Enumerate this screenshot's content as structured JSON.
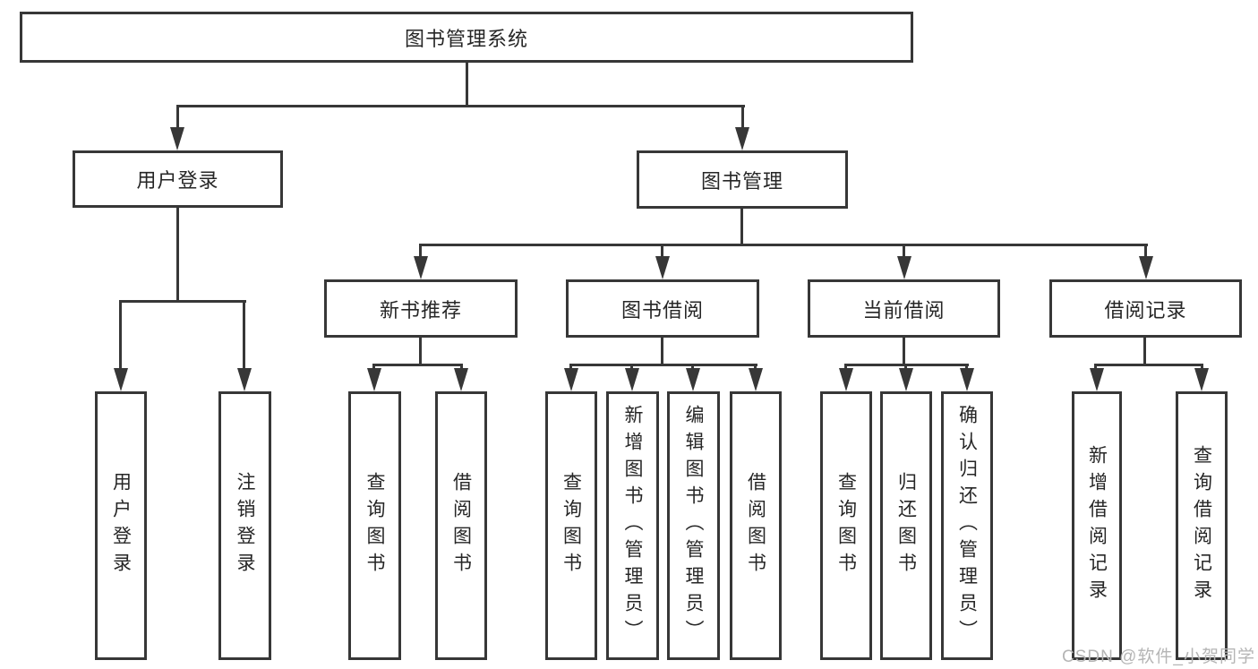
{
  "root": {
    "label": "图书管理系统"
  },
  "level2": [
    {
      "label": "用户登录"
    },
    {
      "label": "图书管理"
    }
  ],
  "level3": [
    {
      "label": "新书推荐"
    },
    {
      "label": "图书借阅"
    },
    {
      "label": "当前借阅"
    },
    {
      "label": "借阅记录"
    }
  ],
  "leaves": [
    {
      "label": "用户登录"
    },
    {
      "label": "注销登录"
    },
    {
      "label": "查询图书"
    },
    {
      "label": "借阅图书"
    },
    {
      "label": "查询图书"
    },
    {
      "label": "新增图书（管理员）"
    },
    {
      "label": "编辑图书（管理员）"
    },
    {
      "label": "借阅图书"
    },
    {
      "label": "查询图书"
    },
    {
      "label": "归还图书"
    },
    {
      "label": "确认归还（管理员）"
    },
    {
      "label": "新增借阅记录"
    },
    {
      "label": "查询借阅记录"
    }
  ],
  "watermark": {
    "text": "CSDN @软件_小贺同学",
    "color": "#b5b5b5"
  },
  "colors": {
    "line": "#373737",
    "text": "#262626",
    "background": "#ffffff"
  }
}
